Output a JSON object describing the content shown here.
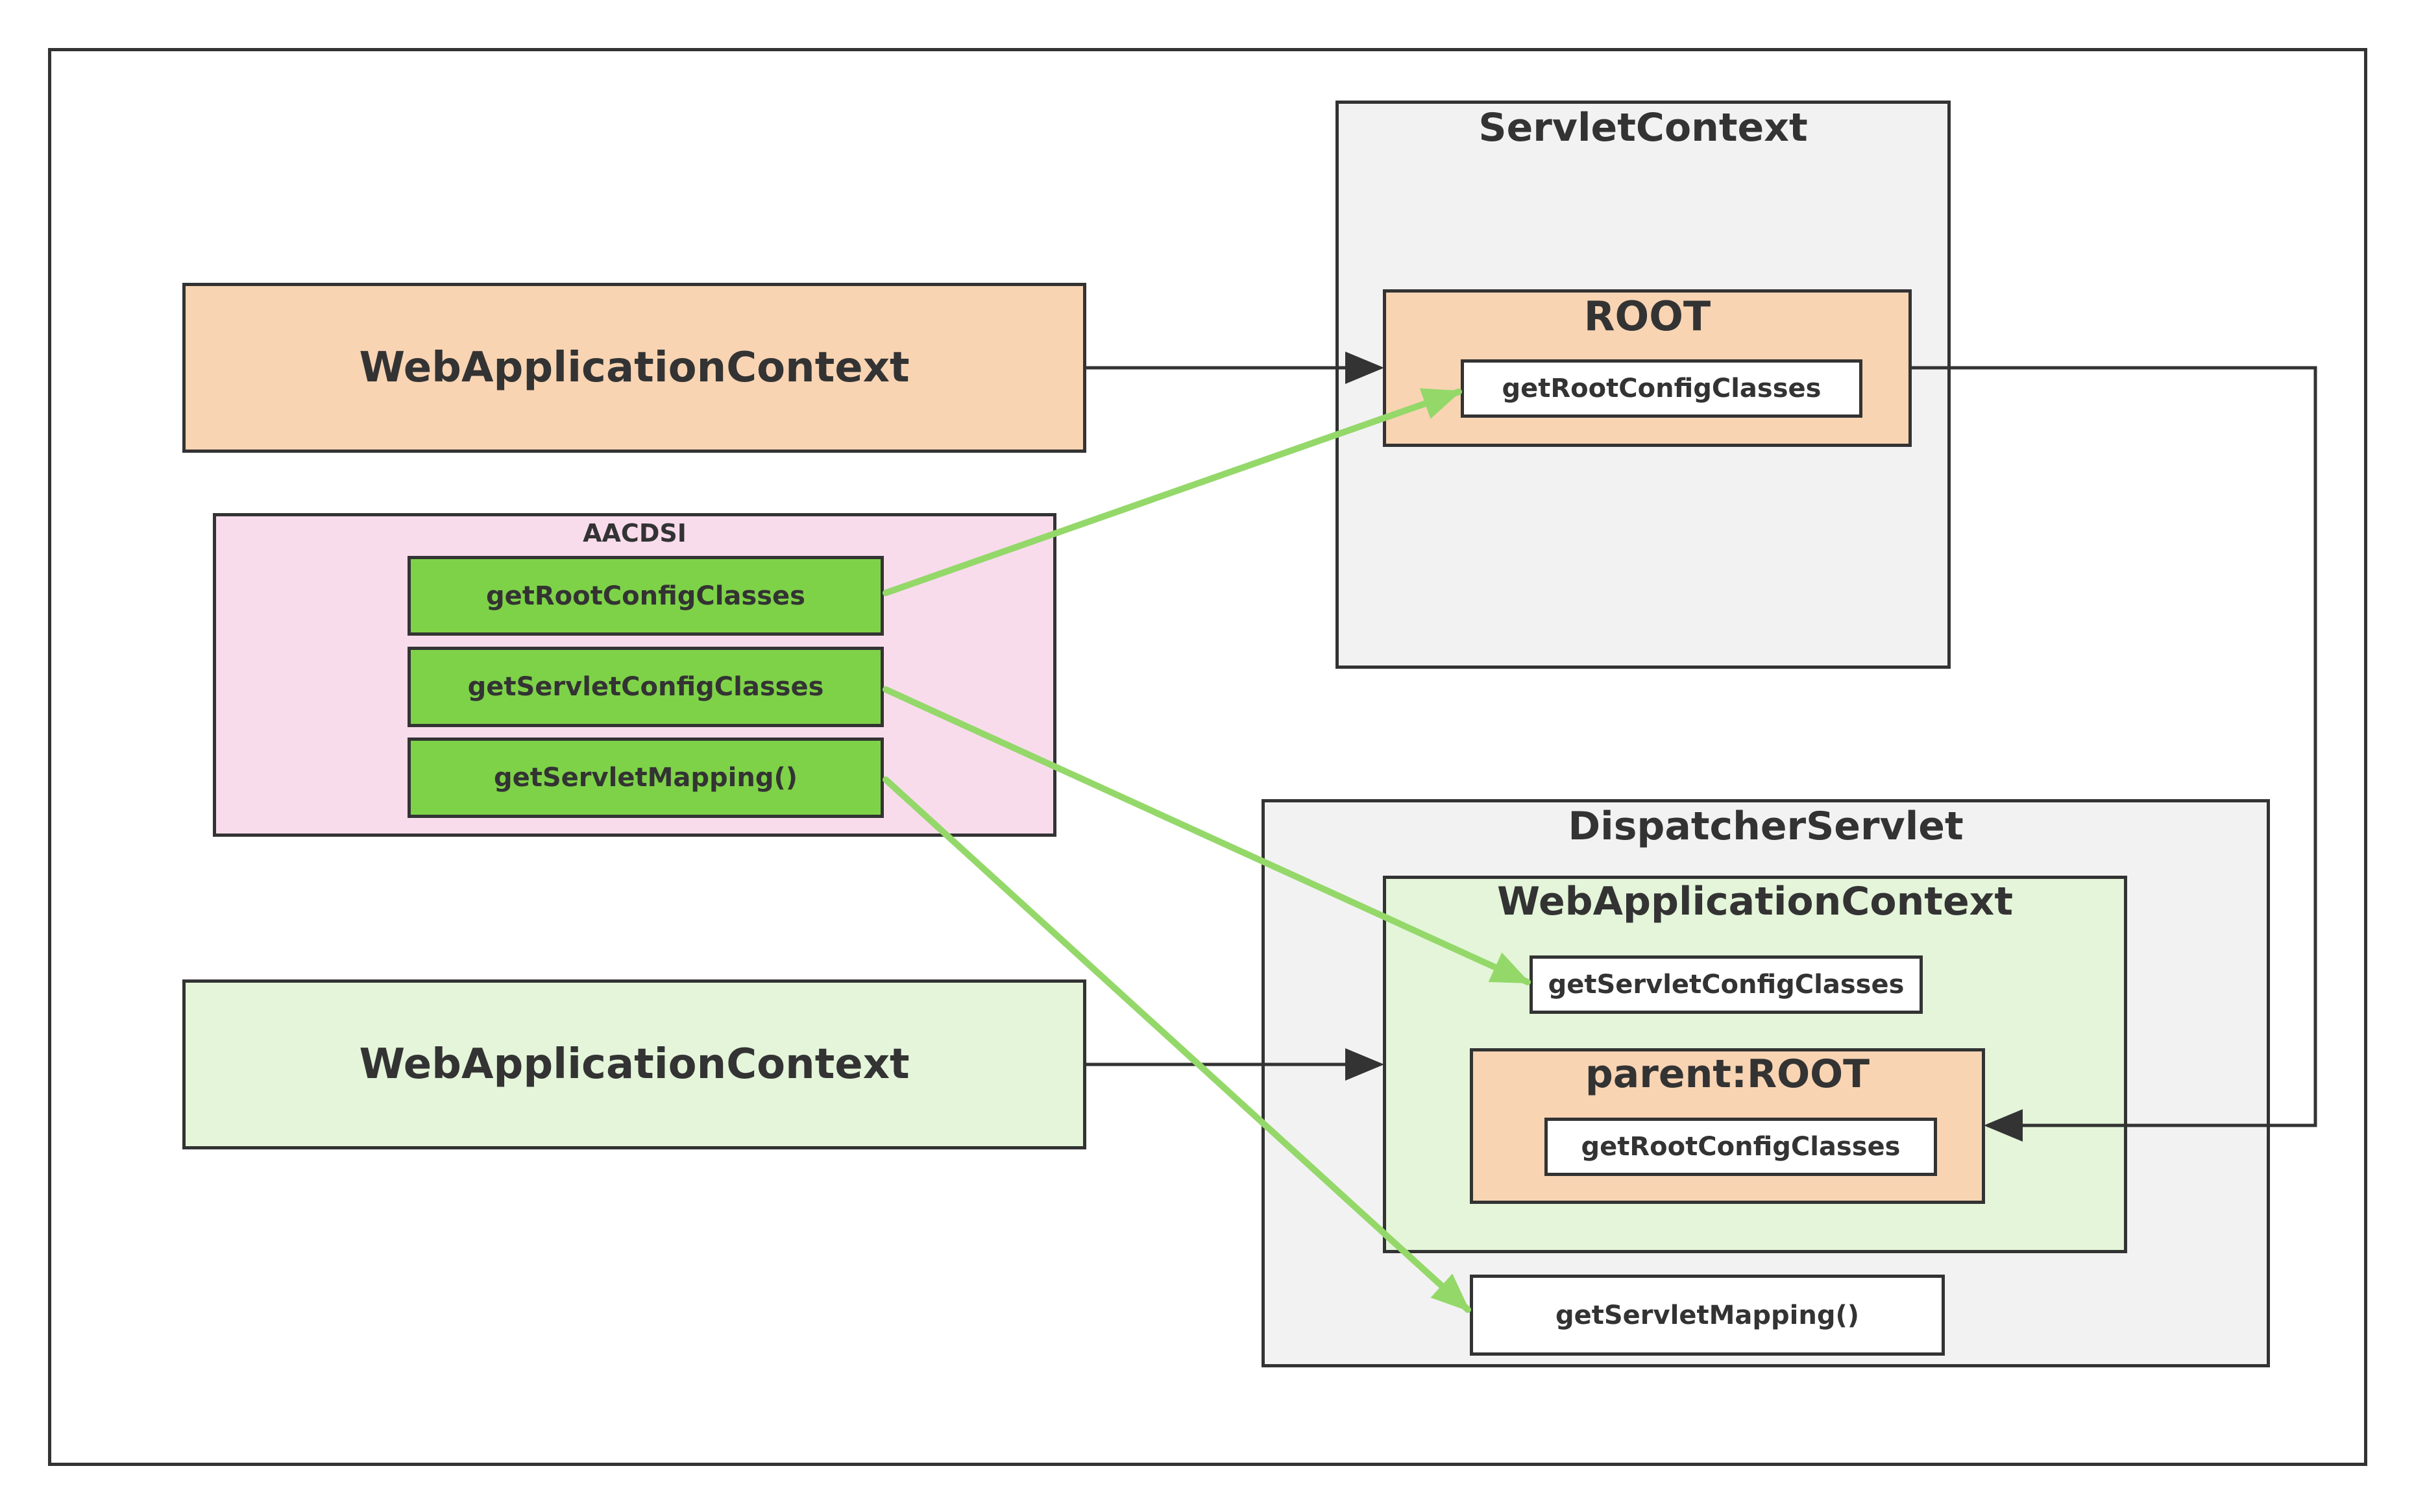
{
  "colors": {
    "border": "#333333",
    "peach": "#f8d4b3",
    "pink": "#f9dcec",
    "bright_green": "#7ed248",
    "light_green": "#e4f5da",
    "gray": "#f2f2f2",
    "white": "#ffffff",
    "arrow_green": "#94d86a"
  },
  "left": {
    "top_context": "WebApplicationContext",
    "aacdsi": {
      "title": "AACDSI",
      "items": [
        "getRootConfigClasses",
        "getServletConfigClasses",
        "getServletMapping()"
      ]
    },
    "bottom_context": "WebApplicationContext"
  },
  "servlet_context": {
    "title": "ServletContext",
    "root": {
      "title": "ROOT",
      "method": "getRootConfigClasses"
    }
  },
  "dispatcher_servlet": {
    "title": "DispatcherServlet",
    "web_app_context": {
      "title": "WebApplicationContext",
      "method": "getServletConfigClasses",
      "parent": {
        "title": "parent:ROOT",
        "method": "getRootConfigClasses"
      }
    },
    "mapping": "getServletMapping()"
  }
}
